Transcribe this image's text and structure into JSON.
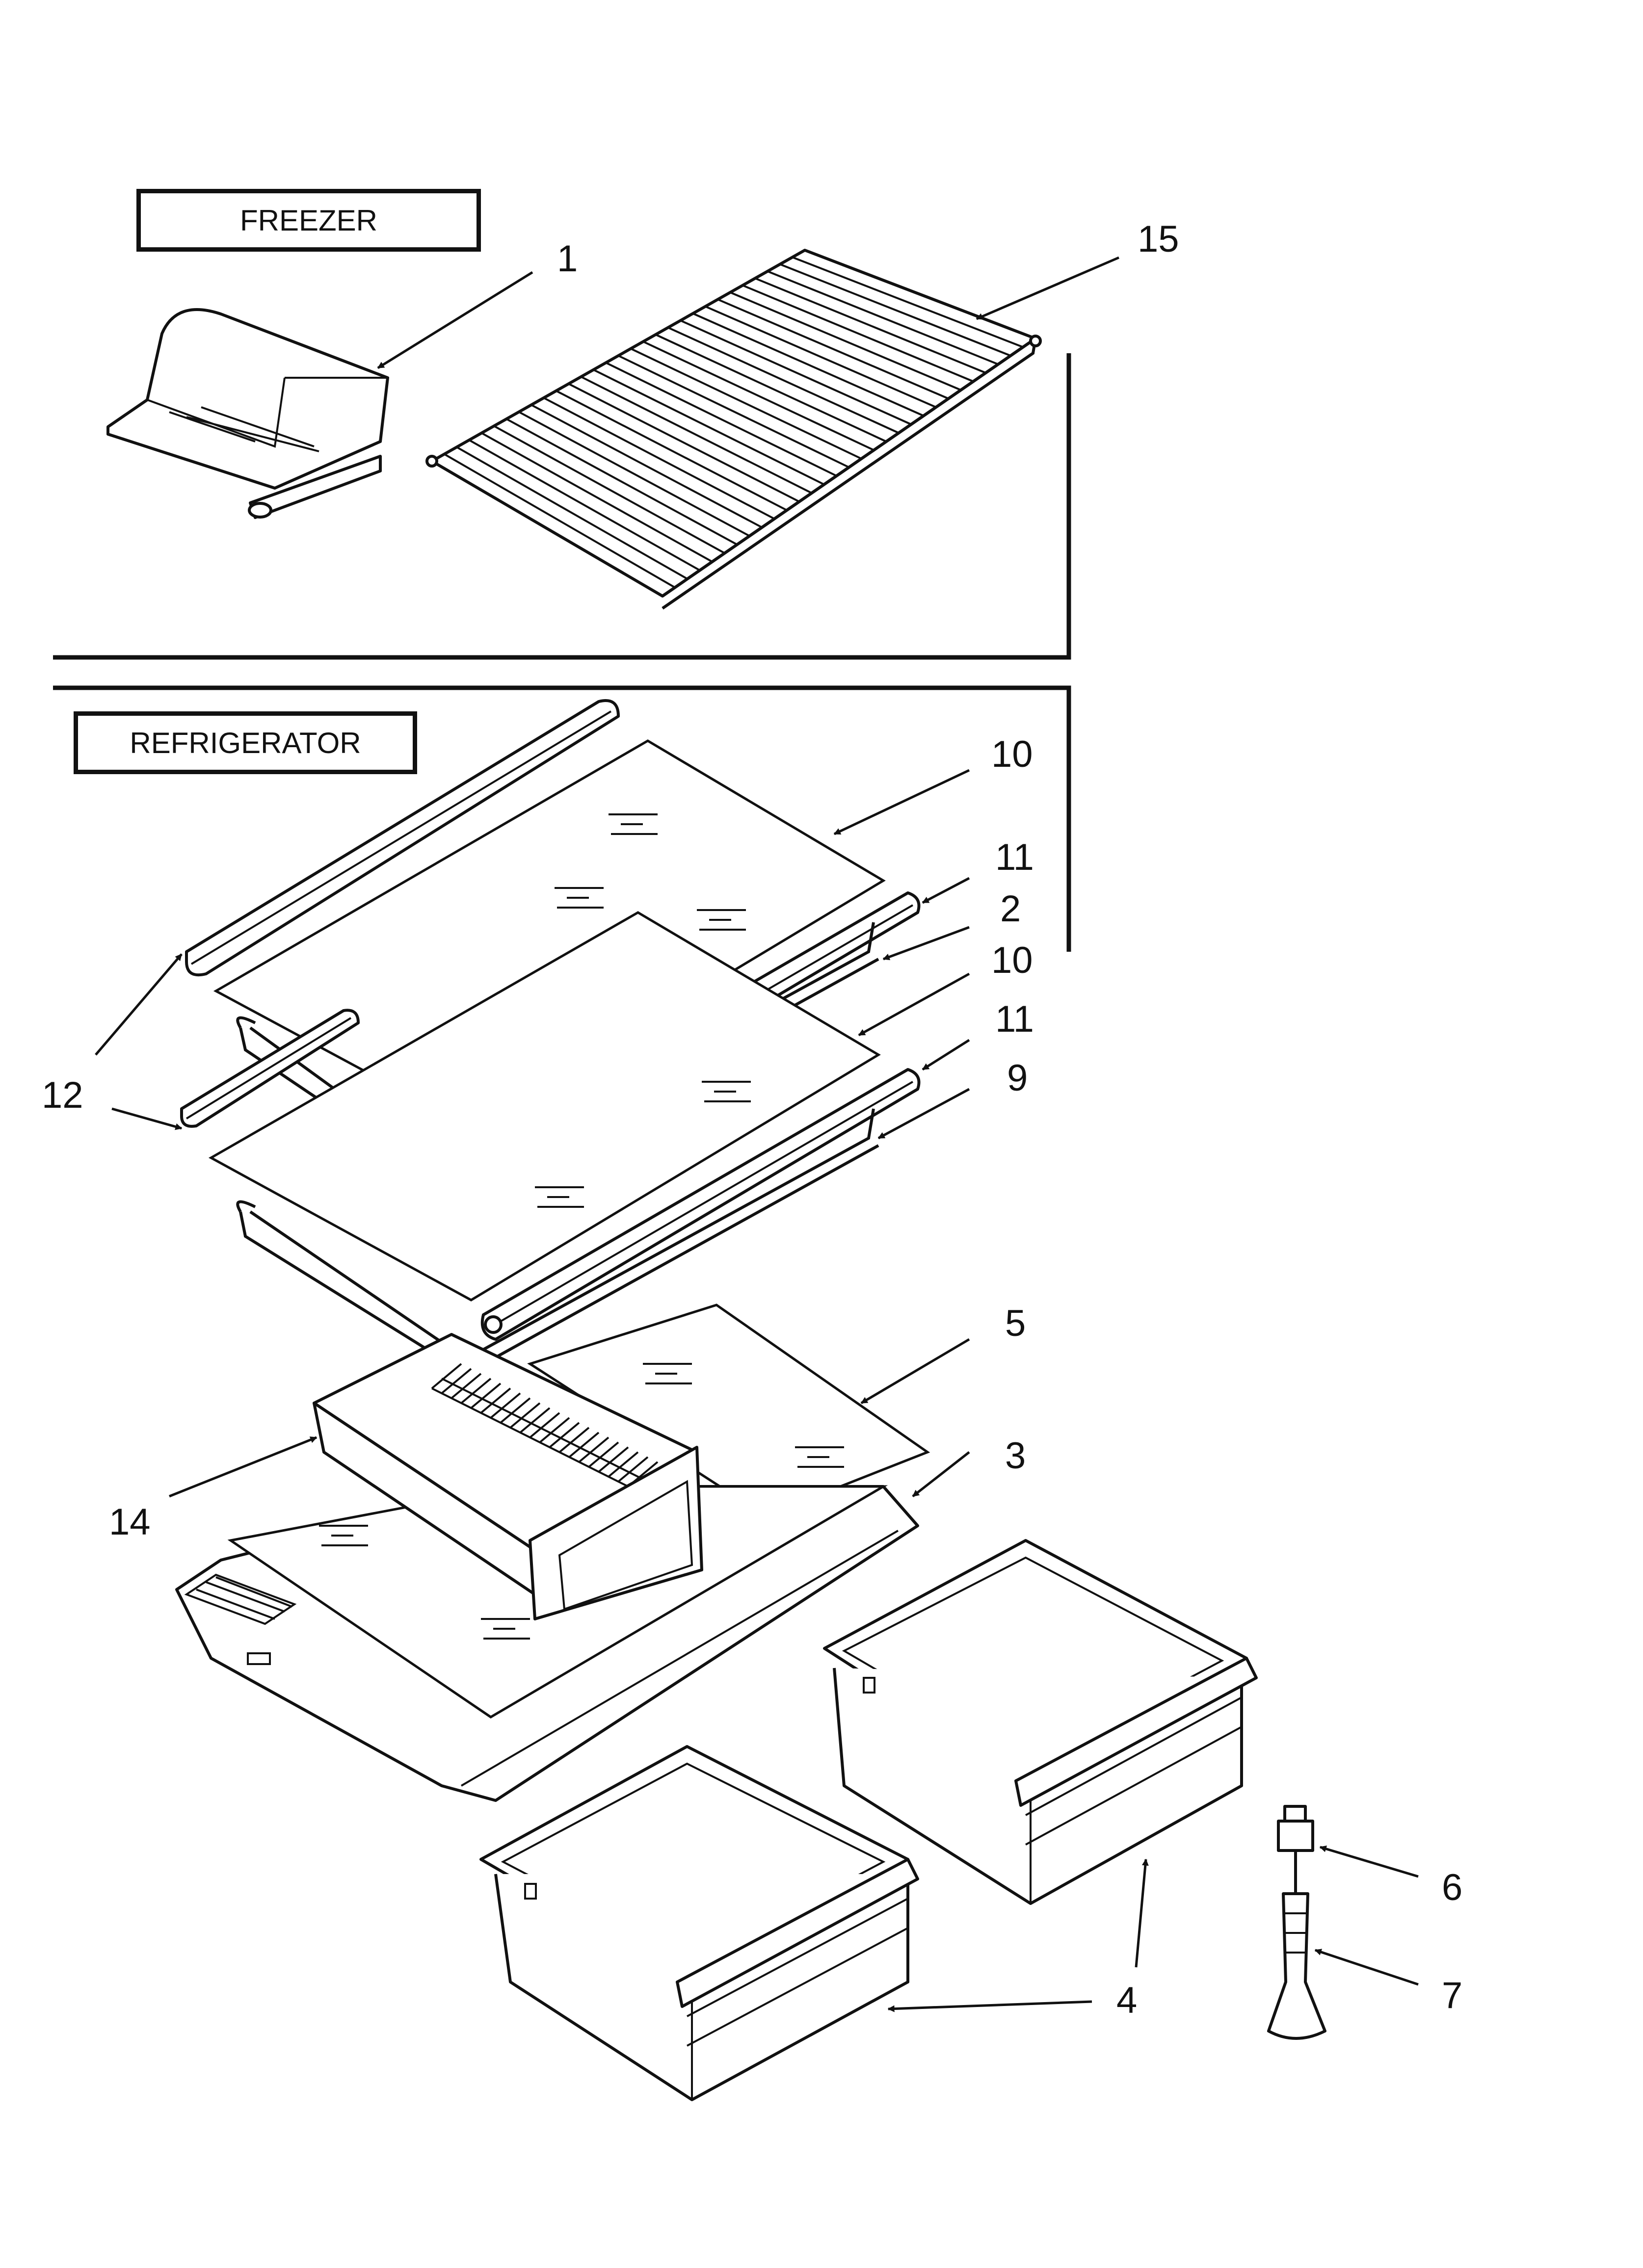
{
  "sections": {
    "freezer": "FREEZER",
    "refrigerator": "REFRIGERATOR"
  },
  "callouts": {
    "c1": "1",
    "c15": "15",
    "c10a": "10",
    "c11a": "11",
    "c2": "2",
    "c10b": "10",
    "c11b": "11",
    "c9": "9",
    "c12": "12",
    "c5": "5",
    "c3": "3",
    "c14": "14",
    "c6": "6",
    "c7": "7",
    "c4": "4"
  }
}
